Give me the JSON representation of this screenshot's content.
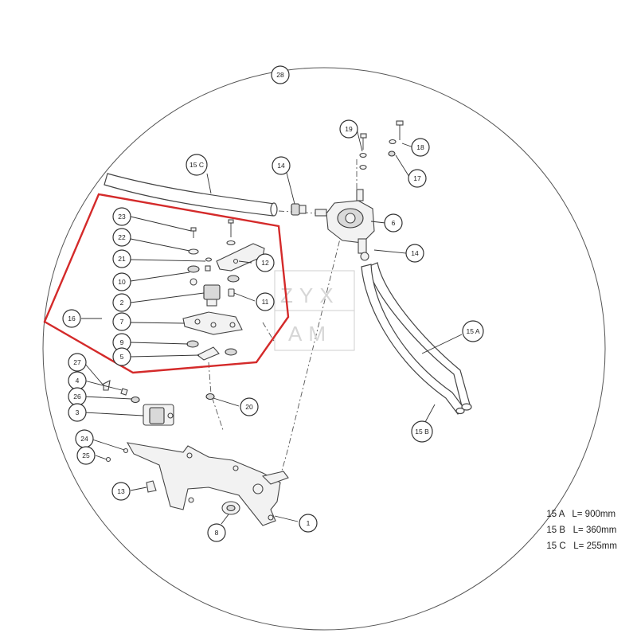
{
  "callouts": {
    "c28": "28",
    "c19": "19",
    "c18": "18",
    "c17": "17",
    "c15c": "15 C",
    "c14a": "14",
    "c14b": "14",
    "c6": "6",
    "c23": "23",
    "c22": "22",
    "c12": "12",
    "c21": "21",
    "c10": "10",
    "c2": "2",
    "c11": "11",
    "c16": "16",
    "c7": "7",
    "c9": "9",
    "c5": "5",
    "c15a": "15 A",
    "c27": "27",
    "c4": "4",
    "c26": "26",
    "c20": "20",
    "c3": "3",
    "c15b": "15 B",
    "c24": "24",
    "c25": "25",
    "c13": "13",
    "c1": "1",
    "c8": "8"
  },
  "watermark": {
    "top": "ZYX",
    "bottom": "AM"
  },
  "specs": [
    {
      "name": "15 A",
      "length": "L= 900mm"
    },
    {
      "name": "15 B",
      "length": "L= 360mm"
    },
    {
      "name": "15 C",
      "length": "L= 255mm"
    }
  ],
  "colors": {
    "highlight": "#d42a2a",
    "line": "#333333"
  }
}
